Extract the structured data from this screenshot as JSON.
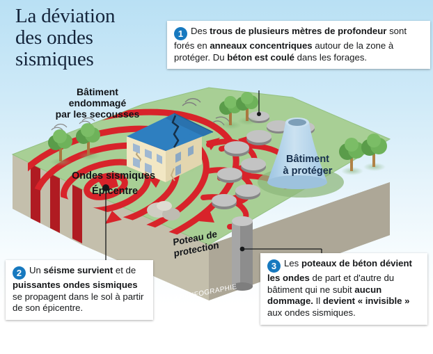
{
  "title": "La déviation\ndes ondes\nsismiques",
  "colors": {
    "sky_top": "#b9e0f4",
    "badge_blue": "#1779bf",
    "wave_red": "#d8232a",
    "wave_red_dark": "#b01b22",
    "ground_green": "#a8cf95",
    "ground_tan": "#aaa492",
    "ground_tan_light": "#c2bca9",
    "roof_blue": "#2e7fc0",
    "wall_cream": "#f2e7c4",
    "tower_blue": "#aecfe8",
    "concrete_grey": "#9a9a9a",
    "title_navy": "#14243a"
  },
  "callouts": [
    {
      "number": "1",
      "segments": [
        {
          "text": "Des ",
          "bold": false
        },
        {
          "text": "trous de plusieurs mètres de profondeur",
          "bold": true
        },
        {
          "text": " sont forés en ",
          "bold": false
        },
        {
          "text": "anneaux concentriques",
          "bold": true
        },
        {
          "text": " autour de la zone à protéger. Du ",
          "bold": false
        },
        {
          "text": "béton est coulé",
          "bold": true
        },
        {
          "text": " dans les forages.",
          "bold": false
        }
      ]
    },
    {
      "number": "2",
      "segments": [
        {
          "text": "Un ",
          "bold": false
        },
        {
          "text": "séisme survient",
          "bold": true
        },
        {
          "text": " et de ",
          "bold": false
        },
        {
          "text": "puissantes ondes sismiques",
          "bold": true
        },
        {
          "text": " se propagent dans le sol à partir de son épicentre.",
          "bold": false
        }
      ]
    },
    {
      "number": "3",
      "segments": [
        {
          "text": "Les ",
          "bold": false
        },
        {
          "text": "poteaux de béton dévient les ondes",
          "bold": true
        },
        {
          "text": " de part et d'autre du bâtiment qui ne subit ",
          "bold": false
        },
        {
          "text": "aucun dommage.",
          "bold": true
        },
        {
          "text": " Il ",
          "bold": false
        },
        {
          "text": "devient « invisible »",
          "bold": true
        },
        {
          "text": " aux ondes sismiques.",
          "bold": false
        }
      ]
    }
  ],
  "scene_labels": {
    "damaged_building": "Bâtiment\nendommagé\npar les secousses",
    "seismic_waves": "Ondes sismiques",
    "epicenter": "Épicentre",
    "protected_building": "Bâtiment\nà protéger",
    "protection_pole": "Poteau de\nprotection"
  },
  "credit": "LP/INFOGRAPHIE"
}
